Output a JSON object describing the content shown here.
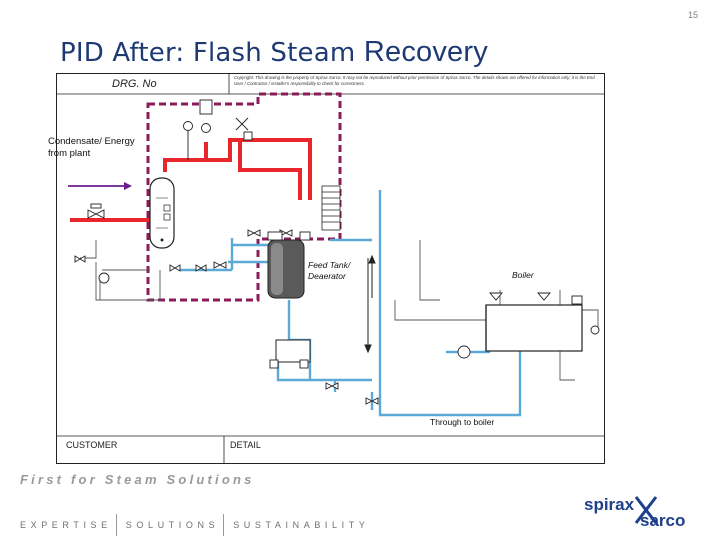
{
  "slide": {
    "number": "15",
    "title_part1": "PID After: Flash Steam",
    "title_part2": "Recovery"
  },
  "drawing": {
    "drg_label": "DRG. No",
    "copyright_text": "Copyright. This drawing is the property of Spirax Sarco. It may not be reproduced without prior permission of Spirax Sarco. The details shown are offered for information only; it is the End User / Contractor / installer's responsibility to check for correctness.",
    "source_label": "Condensate/ Energy\nfrom plant",
    "feed_tank_label": "Feed Tank/\nDeaerator",
    "boiler_label": "Boiler",
    "through_label": "Through to boiler",
    "customer_label": "CUSTOMER",
    "detail_label": "DETAIL"
  },
  "footer": {
    "tagline": "First for Steam Solutions",
    "strapline": [
      "EXPERTISE",
      "SOLUTIONS",
      "SUSTAINABILITY"
    ]
  },
  "logo": {
    "line1": "spirax",
    "line2": "sarco"
  },
  "colors": {
    "title": "#1f3a73",
    "steam": "#e8262b",
    "condensate": "#5aa9d6",
    "highlight_box": "#8b1b5a",
    "inlet_arrow": "#6a1c8f",
    "logo": "#1e3f8a"
  }
}
